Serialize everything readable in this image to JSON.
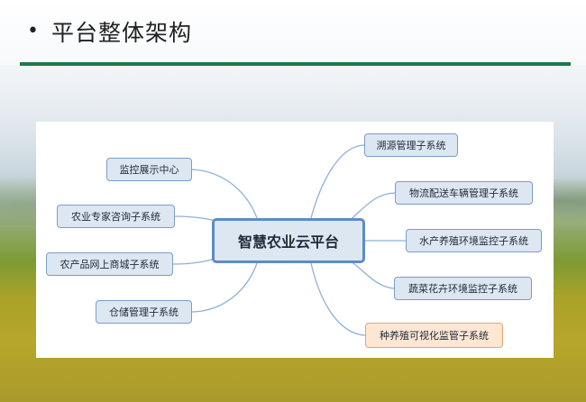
{
  "slide": {
    "bullet": "•",
    "title": "平台整体架构"
  },
  "diagram": {
    "center": "智慧农业云平台",
    "left_nodes": [
      "监控展示中心",
      "农业专家咨询子系统",
      "农产品网上商城子系统",
      "仓储管理子系统"
    ],
    "right_nodes": [
      "溯源管理子系统",
      "物流配送车辆管理子系统",
      "水产养殖环境监控子系统",
      "蔬菜花卉环境监控子系统",
      "种养殖可视化监管子系统"
    ],
    "colors": {
      "node_fill": "#dde7f2",
      "node_border": "#7d9cc4",
      "center_border": "#5b8cc8",
      "highlight_fill": "#fde7d3",
      "highlight_border": "#e7a46a",
      "connector": "#8fb0d8",
      "title_rule": "#1d7a4a"
    }
  }
}
